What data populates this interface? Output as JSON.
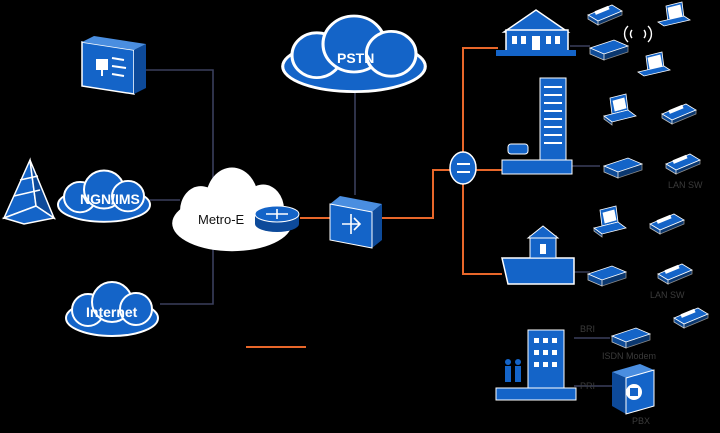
{
  "colors": {
    "background": "#000000",
    "node_blue": "#1464c8",
    "node_dark": "#0d4a9a",
    "metro_cloud": "#ffffff",
    "core_link": "#3a3f5c",
    "access_link": "#e8672a"
  },
  "clouds": {
    "pstn": "PSTN",
    "ngn": "NGN/IMS",
    "internet": "Internet",
    "metro": "Metro-E"
  },
  "labels": {
    "lan_sw_1": "LAN SW",
    "lan_sw_2": "LAN SW",
    "bri": "BRI",
    "isdn_modem": "ISDN Modem",
    "pri": "PRI",
    "pbx": "PBX"
  },
  "nodes": [
    {
      "name": "firewall-icon"
    },
    {
      "name": "ims-pyramid-icon"
    },
    {
      "name": "router-icon"
    },
    {
      "name": "aggregation-switch-icon"
    },
    {
      "name": "splitter-icon"
    },
    {
      "name": "house-icon"
    },
    {
      "name": "office-tower-icon"
    },
    {
      "name": "data-center-icon"
    },
    {
      "name": "enterprise-building-icon"
    },
    {
      "name": "pbx-icon"
    }
  ]
}
